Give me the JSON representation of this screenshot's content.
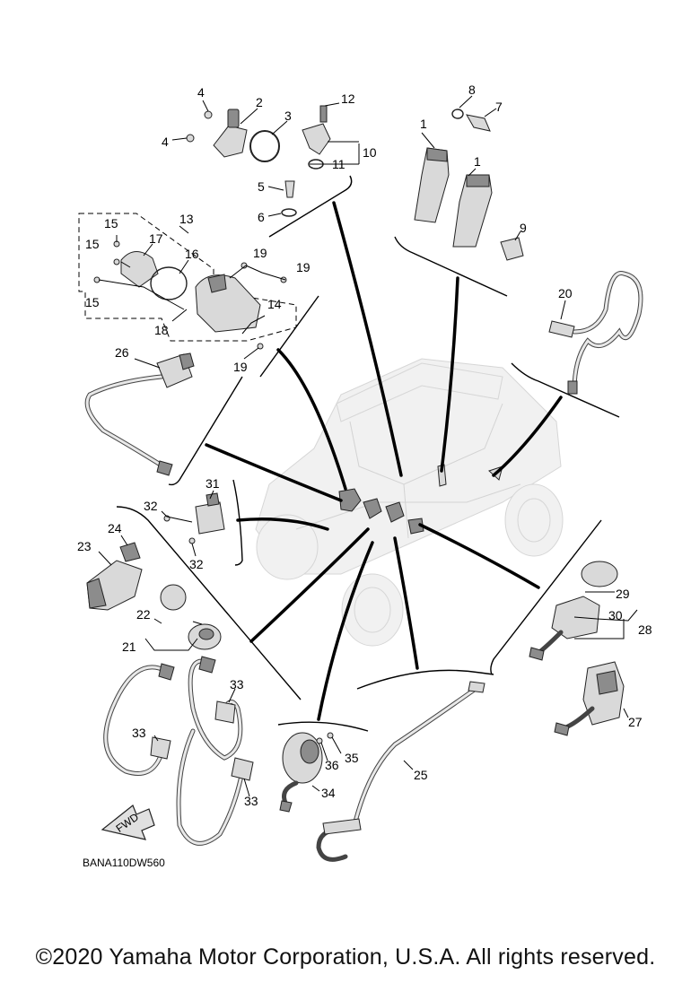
{
  "drawing_code": "BANA110DW560",
  "fwd_arrow_label": "FWD",
  "copyright": "©2020 Yamaha Motor Corporation, U.S.A. All rights reserved.",
  "part_labels": {
    "p1a": "1",
    "p1b": "1",
    "p2": "2",
    "p3": "3",
    "p4a": "4",
    "p4b": "4",
    "p5": "5",
    "p6": "6",
    "p7": "7",
    "p8": "8",
    "p9": "9",
    "p10": "10",
    "p11": "11",
    "p12": "12",
    "p13": "13",
    "p14": "14",
    "p15a": "15",
    "p15b": "15",
    "p15c": "15",
    "p16": "16",
    "p17": "17",
    "p18": "18",
    "p19a": "19",
    "p19b": "19",
    "p19c": "19",
    "p20": "20",
    "p21": "21",
    "p22": "22",
    "p23": "23",
    "p24": "24",
    "p25": "25",
    "p26": "26",
    "p27": "27",
    "p28": "28",
    "p29": "29",
    "p30": "30",
    "p31": "31",
    "p32a": "32",
    "p32b": "32",
    "p33a": "33",
    "p33b": "33",
    "p33c": "33",
    "p34": "34",
    "p35": "35",
    "p36": "36"
  }
}
